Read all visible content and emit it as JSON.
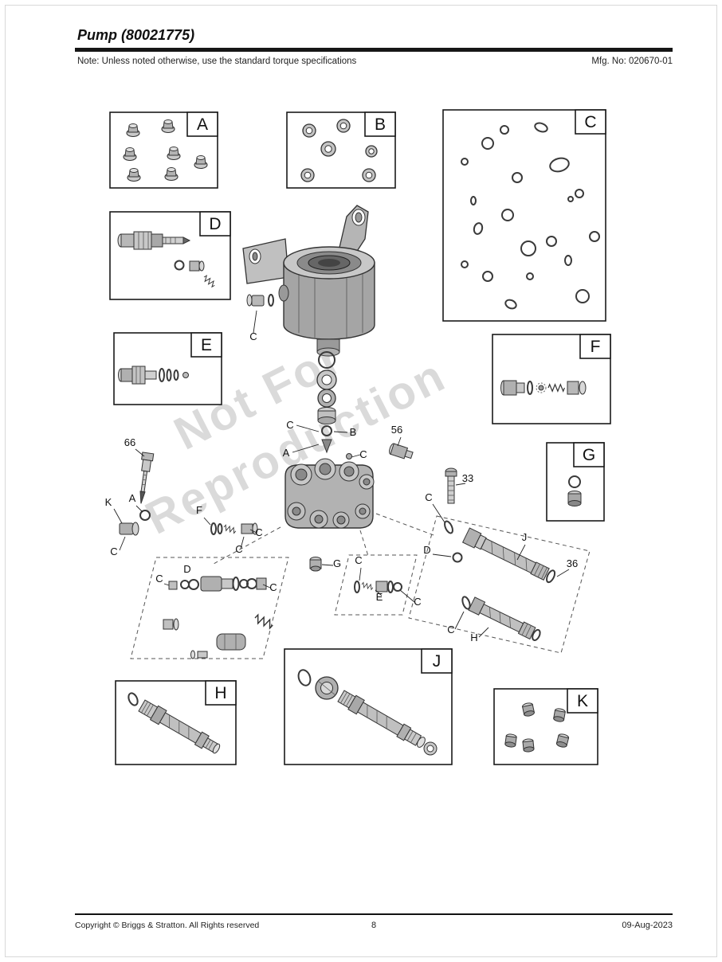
{
  "page": {
    "title": "Pump (80021775)",
    "note": "Note: Unless noted otherwise, use the standard torque specifications",
    "mfg_no": "Mfg. No: 020670-01",
    "footer": {
      "copyright": "Copyright ©  Briggs & Stratton. All Rights reserved",
      "page_number": "8",
      "date": "09-Aug-2023"
    }
  },
  "watermark": {
    "line1": "Not For",
    "line2": "Reproduction"
  },
  "boxes": {
    "A": "A",
    "B": "B",
    "C": "C",
    "D": "D",
    "E": "E",
    "F": "F",
    "G": "G",
    "H": "H",
    "J": "J",
    "K": "K"
  },
  "callouts": [
    "C",
    "C",
    "B",
    "A",
    "C",
    "56",
    "66",
    "33",
    "K",
    "A",
    "C",
    "F",
    "C",
    "C",
    "D",
    "C",
    "C",
    "G",
    "C",
    "E",
    "C",
    "C",
    "D",
    "J",
    "36",
    "C",
    "H"
  ]
}
